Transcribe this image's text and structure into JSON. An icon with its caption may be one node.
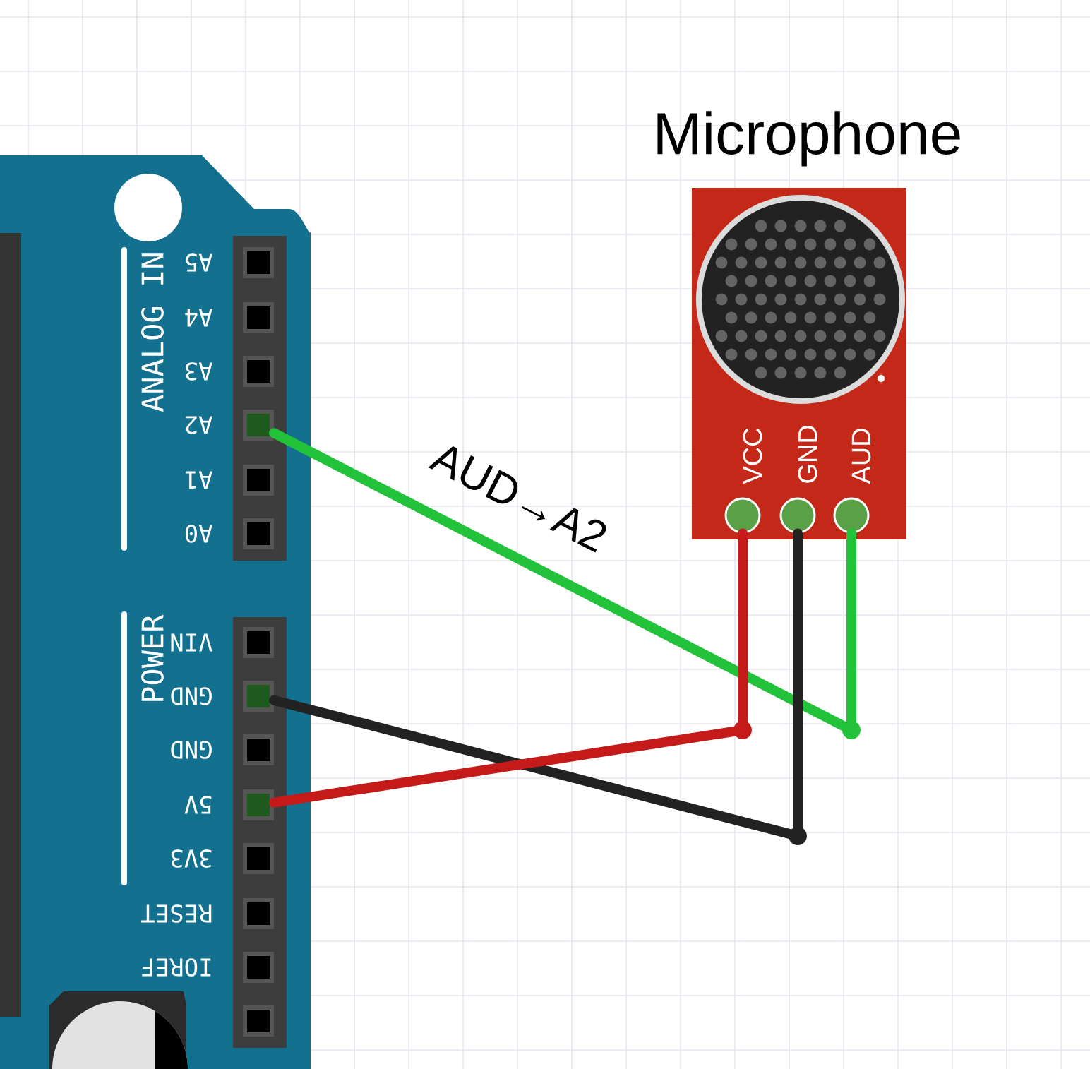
{
  "diagram": {
    "nodes": [
      {
        "text": [
          "ANALOG IN",
          "POWER"
        ]
      },
      {
        "text": [],
        "shape": "box",
        "beside": [
          "A5"
        ],
        "in": 0
      },
      {
        "text": [],
        "shape": "box",
        "beside": [
          "A4"
        ],
        "in": 0
      },
      {
        "text": [],
        "shape": "box",
        "beside": [
          "A3"
        ],
        "in": 0
      },
      {
        "text": [],
        "shape": "box",
        "beside": [
          "A2"
        ],
        "in": 0
      },
      {
        "text": [],
        "shape": "box",
        "beside": [
          "A1"
        ],
        "in": 0
      },
      {
        "text": [],
        "shape": "box",
        "beside": [
          "A0"
        ],
        "in": 0
      },
      {
        "text": [],
        "shape": "box",
        "beside": [
          "VIN"
        ],
        "in": 0
      },
      {
        "text": [],
        "shape": "box",
        "beside": [
          "GND"
        ],
        "in": 0
      },
      {
        "text": [],
        "shape": "box",
        "beside": [
          "GND"
        ],
        "in": 0
      },
      {
        "text": [],
        "shape": "box",
        "beside": [
          "5V"
        ],
        "in": 0
      },
      {
        "text": [],
        "shape": "box",
        "beside": [
          "3V3"
        ],
        "in": 0
      },
      {
        "text": [],
        "shape": "box",
        "beside": [
          "RESET"
        ],
        "in": 0
      },
      {
        "text": [],
        "shape": "box",
        "beside": [
          "IOREF"
        ],
        "in": 0
      },
      {
        "text": [],
        "shape": "box",
        "in": 0
      },
      {
        "text": [
          "Microphone"
        ]
      },
      {
        "text": [],
        "shape": "circle",
        "beside": [
          "VCC"
        ],
        "in": 15
      },
      {
        "text": [],
        "shape": "circle",
        "beside": [
          "GND"
        ],
        "in": 15
      },
      {
        "text": [],
        "shape": "circle",
        "beside": [
          "AUD"
        ],
        "in": 15
      }
    ],
    "edges": [
      {
        "from": 18,
        "to": 4,
        "arrow": "none",
        "label": "AUD→A2",
        "color": "#22c23a"
      },
      {
        "from": 17,
        "to": 8,
        "arrow": "none",
        "color": "#222222"
      },
      {
        "from": 16,
        "to": 10,
        "arrow": "none",
        "color": "#c41a1a"
      }
    ]
  }
}
